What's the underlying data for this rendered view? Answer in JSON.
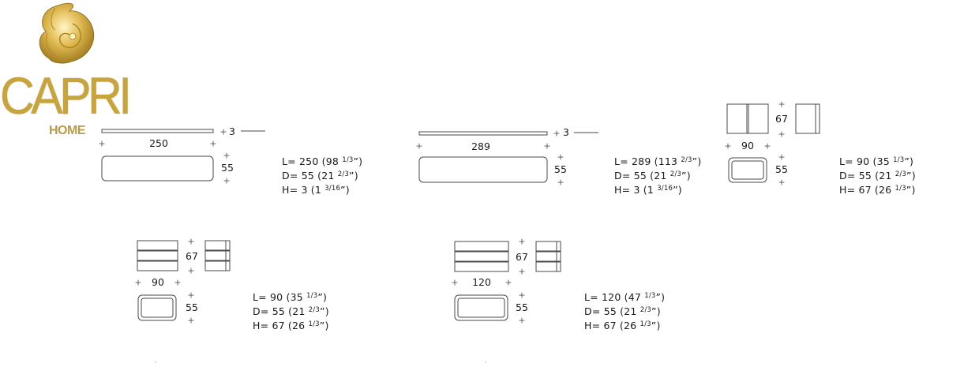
{
  "logo": {
    "brand": "CAPRI",
    "sub": "HOME",
    "gold": "#c9a43a"
  },
  "products": [
    {
      "id": "p1",
      "length_label": "250",
      "depth_label": "55",
      "height_label": "3",
      "specs": [
        {
          "key": "L= ",
          "main": "250 (98 ",
          "frac": "1/3",
          "end": "”)"
        },
        {
          "key": "D= ",
          "main": "55 (21 ",
          "frac": "2/3",
          "end": "”)"
        },
        {
          "key": "H= ",
          "main": "3 (1 ",
          "frac": "3/16",
          "end": "”)"
        }
      ]
    },
    {
      "id": "p2",
      "length_label": "289",
      "depth_label": "55",
      "height_label": "3",
      "specs": [
        {
          "key": "L= ",
          "main": "289 (113 ",
          "frac": "2/3",
          "end": "”)"
        },
        {
          "key": "D= ",
          "main": "55 (21 ",
          "frac": "2/3",
          "end": "”)"
        },
        {
          "key": "H= ",
          "main": "3 (1 ",
          "frac": "3/16",
          "end": "”)"
        }
      ]
    },
    {
      "id": "p3",
      "length_label": "90",
      "depth_label": "55",
      "height_label": "67",
      "specs": [
        {
          "key": "L= ",
          "main": "90 (35 ",
          "frac": "1/3",
          "end": "”)"
        },
        {
          "key": "D= ",
          "main": "55 (21 ",
          "frac": "2/3",
          "end": "”)"
        },
        {
          "key": "H= ",
          "main": "67 (26 ",
          "frac": "1/3",
          "end": "”)"
        }
      ]
    },
    {
      "id": "p4",
      "length_label": "90",
      "depth_label": "55",
      "height_label": "67",
      "specs": [
        {
          "key": "L= ",
          "main": "90 (35 ",
          "frac": "1/3",
          "end": "”)"
        },
        {
          "key": "D= ",
          "main": "55 (21 ",
          "frac": "2/3",
          "end": "”)"
        },
        {
          "key": "H= ",
          "main": "67 (26 ",
          "frac": "1/3",
          "end": "”)"
        }
      ]
    },
    {
      "id": "p5",
      "length_label": "120",
      "depth_label": "55",
      "height_label": "67",
      "specs": [
        {
          "key": "L= ",
          "main": "120 (47 ",
          "frac": "1/3",
          "end": "”)"
        },
        {
          "key": "D= ",
          "main": "55 (21 ",
          "frac": "2/3",
          "end": "”)"
        },
        {
          "key": "H= ",
          "main": "67 (26 ",
          "frac": "1/3",
          "end": "”)"
        }
      ]
    }
  ]
}
